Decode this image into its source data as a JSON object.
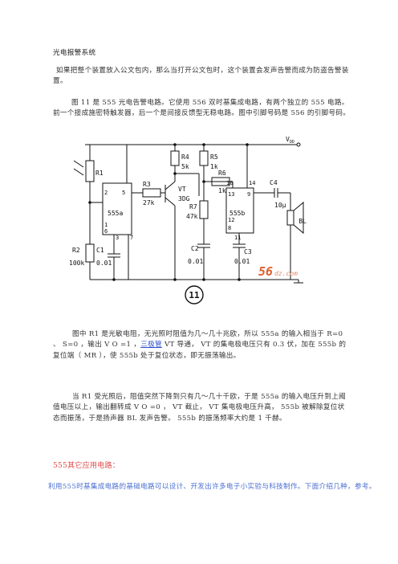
{
  "title": "光电报警系统",
  "intro": "如果把整个装置放入公文包内，那么当打开公文包时，这个装置会发声告警而成为防盗告警装置。",
  "fig_desc": "图 11 是 555 光电告警电路。它使用 556 双时基集成电路，有两个独立的 555 电路。前一个接成施密特触发器，后一个是间接反馈型无稳电路。图中引脚号码是 556 的引脚号码。",
  "para_dark": {
    "before": "图中 R1 是光敏电阻，无光照时阻值为几～几十兆欧，所以 555a 的输入相当于 R=0 、 S=0 ，输出 V O =1 ，",
    "link": "三极管",
    "after": " VT 导通， VT 的集电极电压只有 0.3 伏，加在 555b 的复位端（ MR ），使 555b 处于复位状态，即无振荡输出。"
  },
  "para_light": "当 R1 受光照后，阻值突然下降到只有几～几十千欧，于是 555a 的输入电压升到上阈值电压以上，输出翻转成 V O =0 ， VT 截止， VT 集电极电压升高， 555b 被解除复位状态而振荡，于是扬声器 BL 发声告警。 555b 的振荡频率大约是 1 千赫。",
  "section_title": "555其它应用电路：",
  "section_text": "利用555时基集成电路的基础电路可以设计、开发出许多电子小实验与科技制作。下面介绍几种，参考。",
  "circuit": {
    "vdd": "V",
    "vdd_sub": "DD",
    "r1": "R1",
    "r2": "R2",
    "r2_val": "100k",
    "r3": "R3",
    "r3_val": "27k",
    "r4": "R4",
    "r4_val": "5k",
    "r5": "R5",
    "r5_val": "1k",
    "r6": "R6",
    "r6_val": "1k",
    "r7": "R7",
    "r7_val": "47k",
    "vt": "VT",
    "vt_type": "3DG",
    "c1": "C1",
    "c1_val": "0.01",
    "c2": "C2",
    "c2_val": "0.01",
    "c3": "C3",
    "c3_val": "0.01",
    "c4": "C4",
    "c4_val": "10μ",
    "chip_a": "555a",
    "chip_b": "555b",
    "bl": "BL",
    "pins_a": [
      "2",
      "5",
      "1",
      "6",
      "3",
      "7"
    ],
    "pins_b": [
      "10",
      "14",
      "13",
      "9",
      "12",
      "8",
      "11"
    ],
    "fig_no": "11",
    "watermark_main": "56",
    "watermark_sub": "dz.com"
  }
}
